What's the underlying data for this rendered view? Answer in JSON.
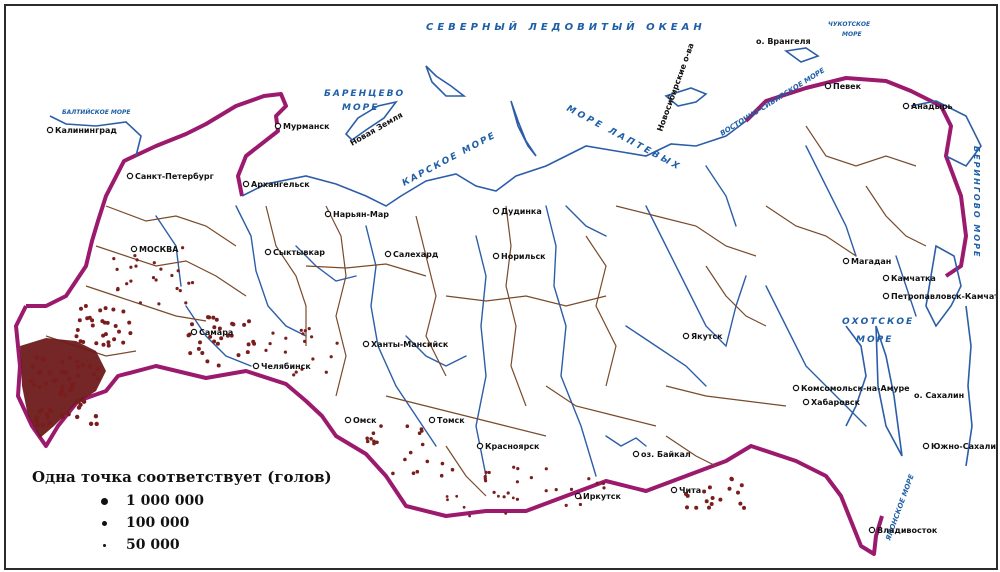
{
  "map": {
    "seas": {
      "arctic_ocean": "СЕВЕРНЫЙ ЛЕДОВИТЫЙ ОКЕАН",
      "barents_sea_1": "БАРЕНЦЕВО",
      "barents_sea_2": "МОРЕ",
      "kara_sea": "КАРСКОЕ МОРЕ",
      "laptev_sea": "МОРЕ ЛАПТЕВЫХ",
      "east_siberian_sea": "ВОСТОЧНО-СИБИРСКОЕ МОРЕ",
      "chukchi_sea_1": "ЧУКОТСКОЕ",
      "chukchi_sea_2": "МОРЕ",
      "baltic_sea": "БАЛТИЙСКОЕ МОРЕ",
      "okhotsk_sea_1": "ОХОТСКОЕ",
      "okhotsk_sea_2": "МОРЕ",
      "bering_sea": "БЕРИНГОВО МОРЕ",
      "japan_sea": "ЯПОНСКОЕ МОРЕ"
    },
    "islands": {
      "novaya_zemlya": "Новая Земля",
      "wrangel": "о. Врангеля",
      "sakhalin": "о. Сахалин",
      "novosibirsk": "Новосибирские о-ва"
    },
    "cities": {
      "moscow": "МОСКВА",
      "st_petersburg": "Санкт-Петербург",
      "murmansk": "Мурманск",
      "arkhangelsk": "Архангельск",
      "naryan_mar": "Нарьян-Мар",
      "syktyvkar": "Сыктывкар",
      "salekhard": "Салехард",
      "dudinka": "Дудинка",
      "norilsk": "Норильск",
      "khanty_mansiysk": "Ханты-Мансийск",
      "chelyabinsk": "Челябинск",
      "omsk": "Омск",
      "tomsk": "Томск",
      "krasnoyarsk": "Красноярск",
      "irkutsk": "Иркутск",
      "chita": "Чита",
      "yakutsk": "Якутск",
      "magadan": "Магадан",
      "anadyr": "Анадырь",
      "pevek": "Певек",
      "petropavlovsk": "Петропавловск-Камчатский",
      "kamchatka": "Камчатка",
      "khabarovsk": "Хабаровск",
      "yuzhno_sakhalinsk": "Южно-Сахалинск",
      "vladivostok": "Владивосток",
      "kaliningrad": "Калининград",
      "samara": "Самара",
      "ozero_baikal": "оз. Байкал",
      "komsomolsk": "Комсомольск-на-Амуре"
    }
  },
  "legend": {
    "title": "Одна точка соответствует (голов)",
    "items": [
      {
        "label": "1 000 000",
        "dot_size": 7
      },
      {
        "label": "100 000",
        "dot_size": 5
      },
      {
        "label": "50 000",
        "dot_size": 3
      }
    ]
  },
  "colors": {
    "border": "#9b1a6e",
    "rivers": "#2c5ea8",
    "regions": "#7a4a2a",
    "livestock": "#7a1d1d",
    "sea_labels": "#1f5fa6"
  }
}
